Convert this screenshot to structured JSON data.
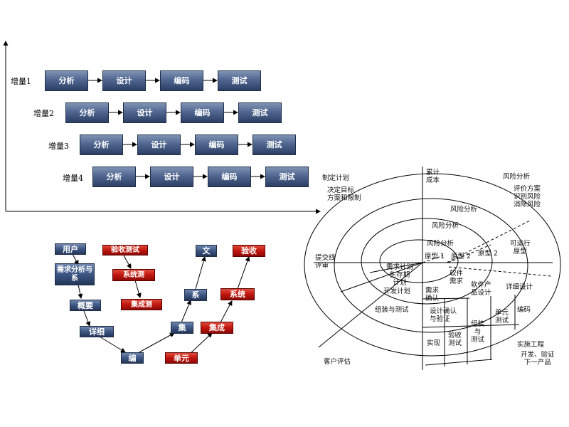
{
  "incremental": {
    "rows": [
      {
        "label": "增量1",
        "stages": [
          "分析",
          "设计",
          "编码",
          "测试"
        ]
      },
      {
        "label": "增量2",
        "stages": [
          "分析",
          "设计",
          "编码",
          "测试"
        ]
      },
      {
        "label": "增量3",
        "stages": [
          "分析",
          "设计",
          "编码",
          "测试"
        ]
      },
      {
        "label": "增量4",
        "stages": [
          "分析",
          "设计",
          "编码",
          "测试"
        ]
      }
    ]
  },
  "v_model": {
    "user": "用户",
    "req": "需求分析与系",
    "arch": "概要",
    "detail": "详细",
    "code": "编",
    "accept_test": "验收测试",
    "sys_test": "系统测",
    "integ_test": "集成测",
    "unit": "单元",
    "integ": "集成",
    "sys": "系统",
    "accept": "验收",
    "integ2": "集",
    "sys2": "系",
    "doc": "文"
  },
  "spiral": {
    "cost": "累计\n成本",
    "plan": "制定计划",
    "objectives": "决定目标\n方案和限制",
    "risk_quad": "风险分析",
    "evaluate": "评价方案\n识别风险\n消除风险",
    "risk1": "风险分析",
    "risk2": "风险分析",
    "risk3": "风险分析",
    "proto1": "原型 1",
    "proto2": "原型 2",
    "proto3": "原型 2",
    "proto_op": "可运行\n原型",
    "submit": "提交线\n评审",
    "req_plan": "需求计划\n生存期\n计划",
    "concept": "软件\n需求",
    "dev_plan": "开发计划",
    "req_confirm": "需求\n确认",
    "sw_design": "软件产\n品设计",
    "detail_design": "详细设计",
    "assembly": "组装与测试",
    "design_verify": "设计确认\n与验证",
    "unit_test": "单元\n测试",
    "coding": "编码",
    "implement": "实现",
    "accept_test": "验收\n测试",
    "integ_test": "组装\n与\n测试",
    "engineering": "实施工程",
    "develop_verify": "开发、验证\n下一产品",
    "customer": "客户评估"
  }
}
